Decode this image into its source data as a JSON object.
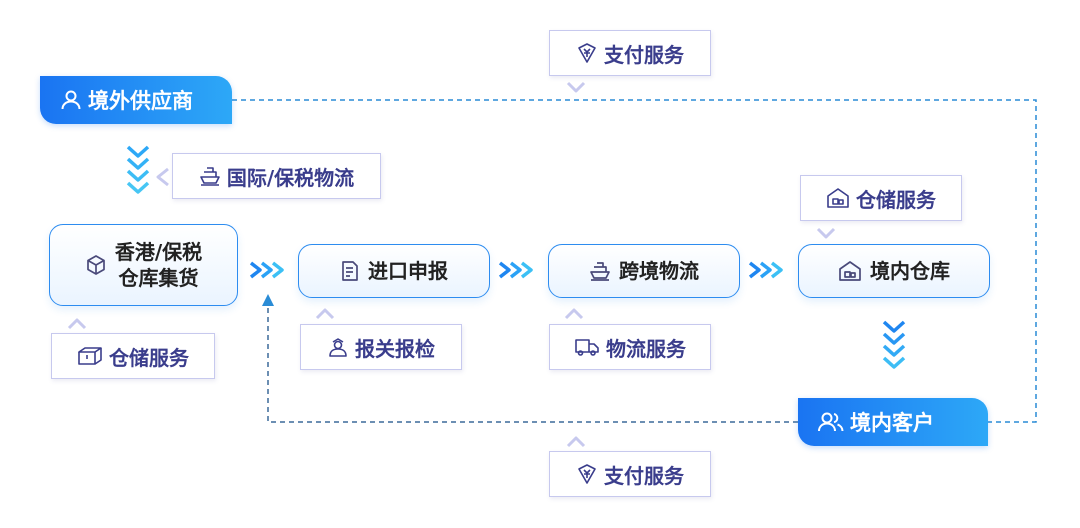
{
  "supplier": {
    "label": "境外供应商",
    "icon": "person-icon"
  },
  "customer": {
    "label": "境内客户",
    "icon": "users-icon"
  },
  "stages": [
    {
      "line1": "香港/保税",
      "line2": "仓库集货",
      "icon": "box-icon"
    },
    {
      "line1": "进口申报",
      "icon": "document-icon"
    },
    {
      "line1": "跨境物流",
      "icon": "ship-icon"
    },
    {
      "line1": "境内仓库",
      "icon": "warehouse-icon"
    }
  ],
  "services": {
    "payment_top": "支付服务",
    "intl_logistics": "国际/保税物流",
    "warehouse_top": "仓储服务",
    "warehouse_bottom": "仓储服务",
    "customs": "报关报检",
    "logistics": "物流服务",
    "payment_bottom": "支付服务"
  },
  "colors": {
    "accent": "#1a74f2",
    "light_accent": "#2db4f5",
    "service_border": "#c7c9ee",
    "service_text": "#3a3d8c",
    "arrow": "#38b6f5"
  }
}
